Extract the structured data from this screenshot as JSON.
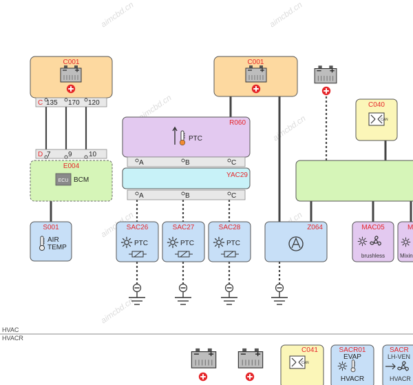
{
  "watermark": "aimcbd.cn",
  "top_left_connector": {
    "id": "C001",
    "pin_row_prefix": "C",
    "pins": [
      "135",
      "170",
      "120"
    ]
  },
  "bcm": {
    "pin_row_prefix": "D",
    "pins": [
      "7",
      "9",
      "10"
    ],
    "id": "E004",
    "chip_text": "ECU",
    "label": "BCM"
  },
  "s001": {
    "id": "S001",
    "line1": "AIR",
    "line2": "TEMP"
  },
  "top_mid_connector": {
    "id": "C001"
  },
  "r060": {
    "id": "R060",
    "label": "PTC",
    "pins": [
      "A",
      "B",
      "C"
    ]
  },
  "yac29": {
    "id": "YAC29",
    "pins": [
      "A",
      "B",
      "C"
    ]
  },
  "sac": [
    {
      "id": "SAC26",
      "label": "PTC"
    },
    {
      "id": "SAC27",
      "label": "PTC"
    },
    {
      "id": "SAC28",
      "label": "PTC"
    }
  ],
  "z064": {
    "id": "Z064"
  },
  "c040": {
    "id": "C040",
    "chip_text": "CAN"
  },
  "mac05": {
    "id": "MAC05",
    "caption": "brushless"
  },
  "mac_partial": {
    "id": "M",
    "caption": "Mixin"
  },
  "sections": {
    "upper": "HVAC",
    "lower": "HVACR"
  },
  "c041": {
    "id": "C041",
    "chip_text": "CAN"
  },
  "sacr01": {
    "id": "SACR01",
    "line1": "EVAP",
    "line2": "HVACR"
  },
  "sacr_partial": {
    "id": "SACR",
    "line1": "LH-VEN",
    "line2": "HVACR"
  },
  "colors": {
    "wire": "#444444",
    "module_orange": "#fdd9a0",
    "module_purple": "#e3c9f0",
    "module_cyan": "#c8f2f8",
    "module_green": "#d6f5b8",
    "module_blue": "#c7dff7",
    "module_yellow": "#fbf6b8",
    "pin_bar": "#e8e8e8",
    "label_red": "#e5262a"
  }
}
